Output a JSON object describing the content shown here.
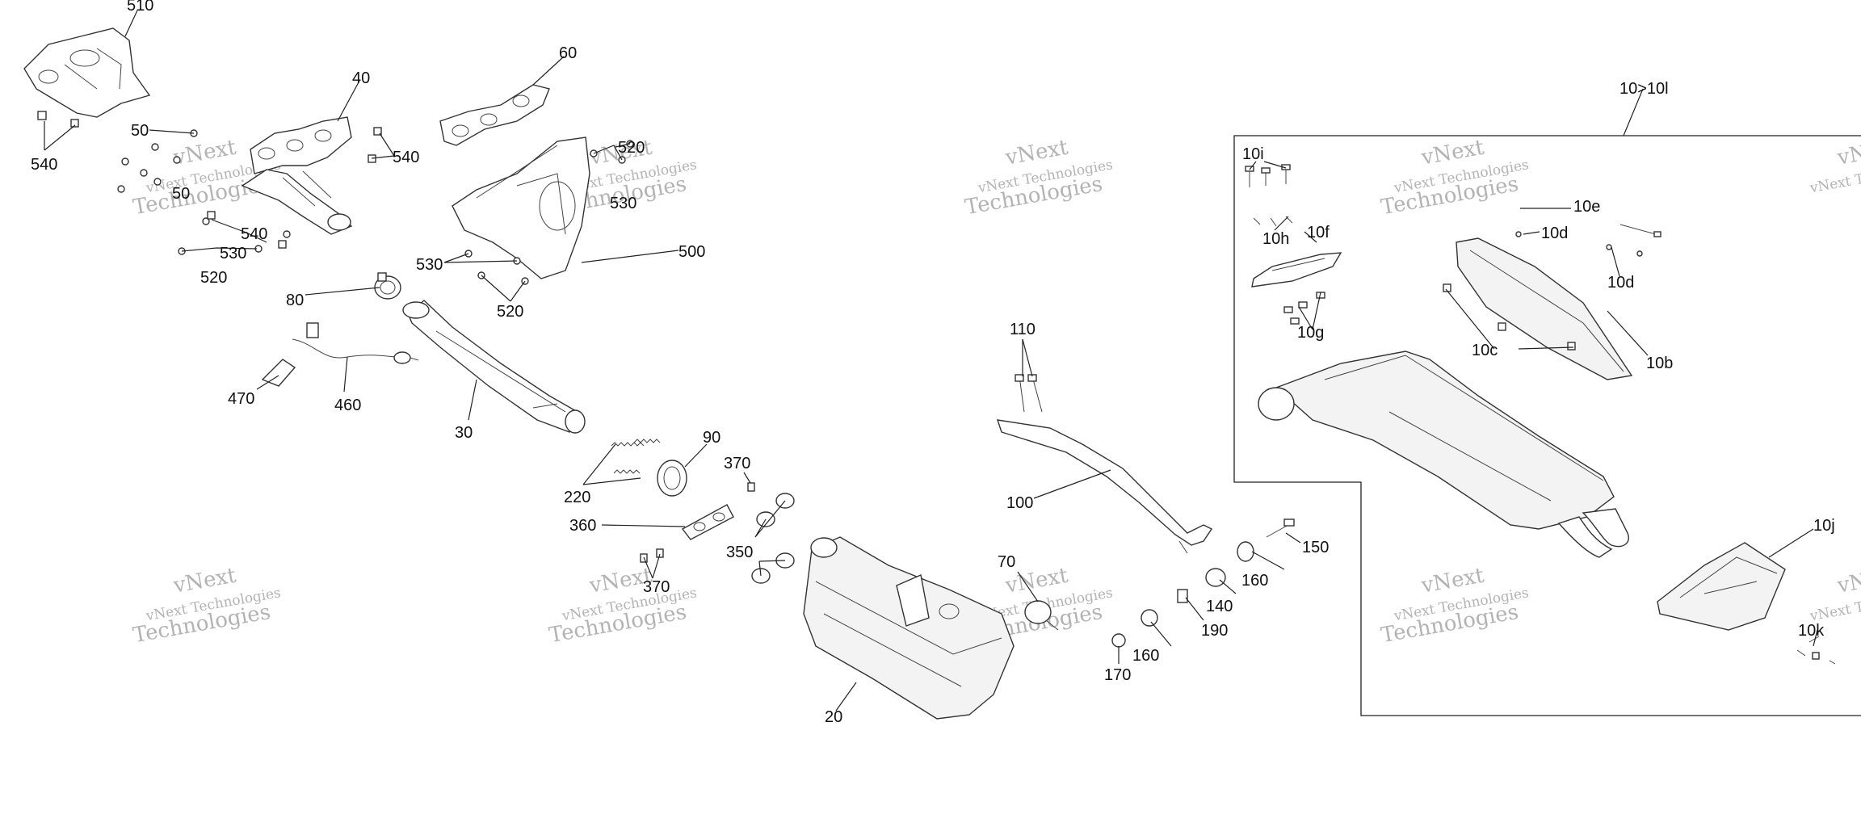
{
  "watermark": {
    "line1": "vNext",
    "line2": "vNext Technologies",
    "line3": "Technologies"
  },
  "callouts": {
    "c510": "510",
    "c540a": "540",
    "c50a": "50",
    "c50b": "50",
    "c40": "40",
    "c540b": "540",
    "c60": "60",
    "c540c": "540",
    "c530a": "530",
    "c520a": "520",
    "c520b": "520",
    "c530b": "530",
    "c500": "500",
    "c530c": "530",
    "c520c": "520",
    "c80": "80",
    "c470": "470",
    "c460": "460",
    "c30": "30",
    "c220": "220",
    "c90": "90",
    "c370a": "370",
    "c360": "360",
    "c350": "350",
    "c370b": "370",
    "c20": "20",
    "c110": "110",
    "c100": "100",
    "c70": "70",
    "c150": "150",
    "c160a": "160",
    "c140": "140",
    "c190": "190",
    "c160b": "160",
    "c170": "170",
    "c10_10l": "10>10l",
    "c10i": "10i",
    "c10h": "10h",
    "c10f": "10f",
    "c10g": "10g",
    "c10e": "10e",
    "c10d_a": "10d",
    "c10d_b": "10d",
    "c10c": "10c",
    "c10b": "10b",
    "c10j": "10j",
    "c10k": "10k"
  }
}
